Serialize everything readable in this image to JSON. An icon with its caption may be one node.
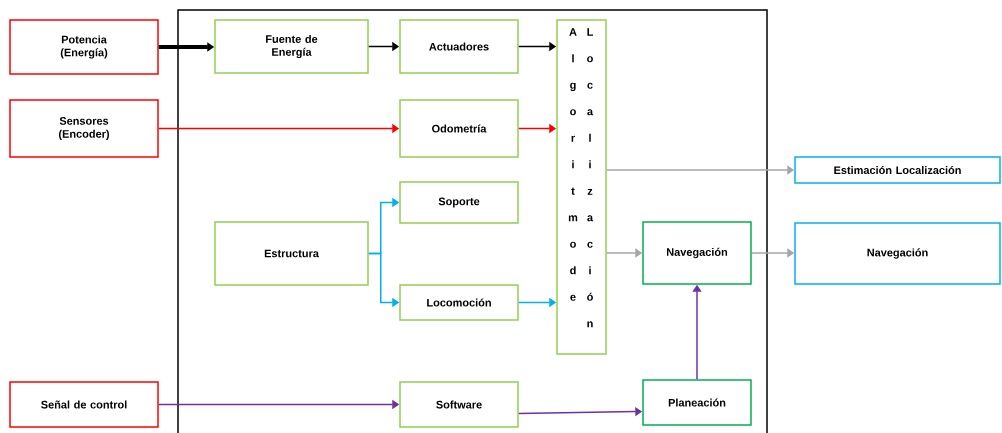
{
  "diagram": {
    "nodes": [
      {
        "text": [
          "Potencia (Energía)"
        ]
      },
      {
        "text": [
          "Fuente de Energía"
        ]
      },
      {
        "text": [
          "Actuadores"
        ]
      },
      {
        "text": [
          "Algoritmo de",
          "Localización"
        ]
      },
      {
        "text": [
          "Sensores (Encoder)"
        ]
      },
      {
        "text": [
          "Odometría"
        ]
      },
      {
        "text": [
          "Estimación Localización"
        ]
      },
      {
        "text": [
          "Soporte"
        ]
      },
      {
        "text": [
          "Estructura"
        ]
      },
      {
        "text": [
          "Navegación"
        ]
      },
      {
        "text": [
          "Navegación"
        ]
      },
      {
        "text": [
          "Locomoción"
        ]
      },
      {
        "text": [
          "Señal de control"
        ]
      },
      {
        "text": [
          "Software"
        ]
      },
      {
        "text": [
          "Planeación"
        ]
      }
    ],
    "edges": [
      {
        "from": 0,
        "to": 1,
        "arrow": "to",
        "style": "thick"
      },
      {
        "from": 1,
        "to": 2,
        "arrow": "to"
      },
      {
        "from": 2,
        "to": 3,
        "arrow": "to"
      },
      {
        "from": 4,
        "to": 5,
        "arrow": "to",
        "color": "#ff0000"
      },
      {
        "from": 5,
        "to": 3,
        "arrow": "to",
        "color": "#ff0000"
      },
      {
        "from": 3,
        "to": 6,
        "arrow": "to",
        "color": "#a6a6a6"
      },
      {
        "from": 8,
        "to": 7,
        "arrow": "to",
        "color": "#00b0f0"
      },
      {
        "from": 8,
        "to": 11,
        "arrow": "to",
        "color": "#00b0f0"
      },
      {
        "from": 3,
        "to": 9,
        "arrow": "to",
        "color": "#a6a6a6"
      },
      {
        "from": 9,
        "to": 10,
        "arrow": "to",
        "color": "#a6a6a6"
      },
      {
        "from": 11,
        "to": 3,
        "arrow": "to",
        "color": "#00b0f0"
      },
      {
        "from": 12,
        "to": 13,
        "arrow": "to",
        "color": "#7030a0"
      },
      {
        "from": 13,
        "to": 14,
        "arrow": "to",
        "color": "#7030a0"
      },
      {
        "from": 14,
        "to": 9,
        "arrow": "to",
        "color": "#7030a0"
      }
    ]
  }
}
